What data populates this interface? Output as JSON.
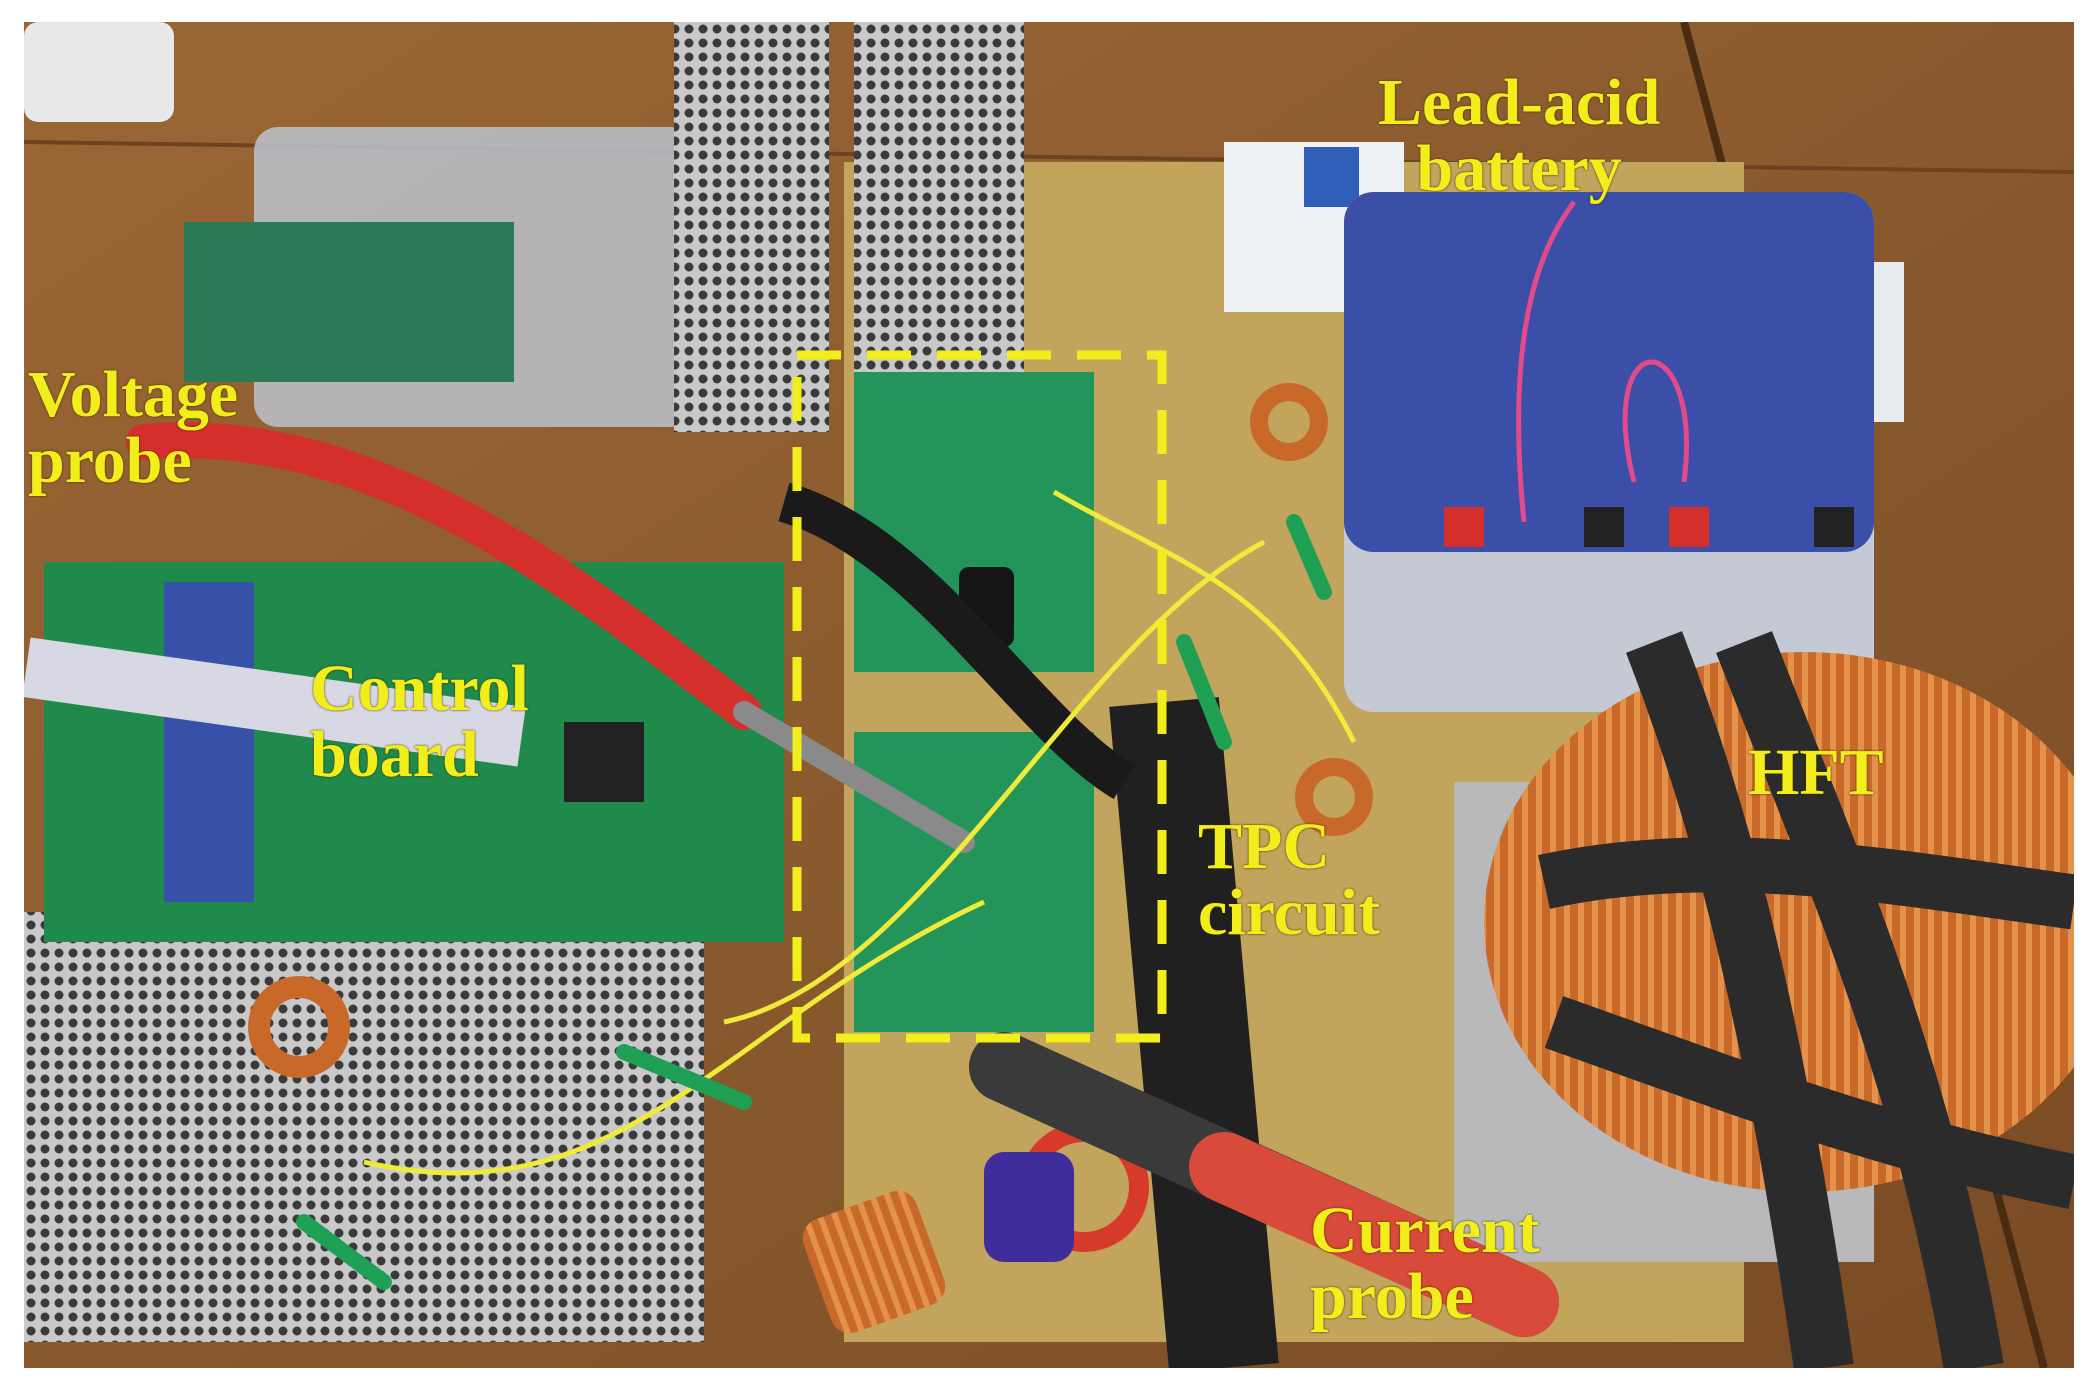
{
  "labels": {
    "voltage_probe": [
      "Voltage",
      "probe"
    ],
    "control_board": [
      "Control",
      "board"
    ],
    "tpc_circuit": [
      "TPC",
      "circuit"
    ],
    "lead_acid_battery": [
      "Lead-acid",
      "battery"
    ],
    "hft": [
      "HFT"
    ],
    "current_probe": [
      "Current",
      "probe"
    ]
  },
  "colors": {
    "label_text": "#f2ee1b",
    "highlight_box": "#f2ee1b",
    "table_wood": "#8a5a2e",
    "pcb_green": "#1f8a4c",
    "battery_blue": "#3b4fa8",
    "copper": "#c8692a",
    "probe_red": "#d42f2a"
  }
}
